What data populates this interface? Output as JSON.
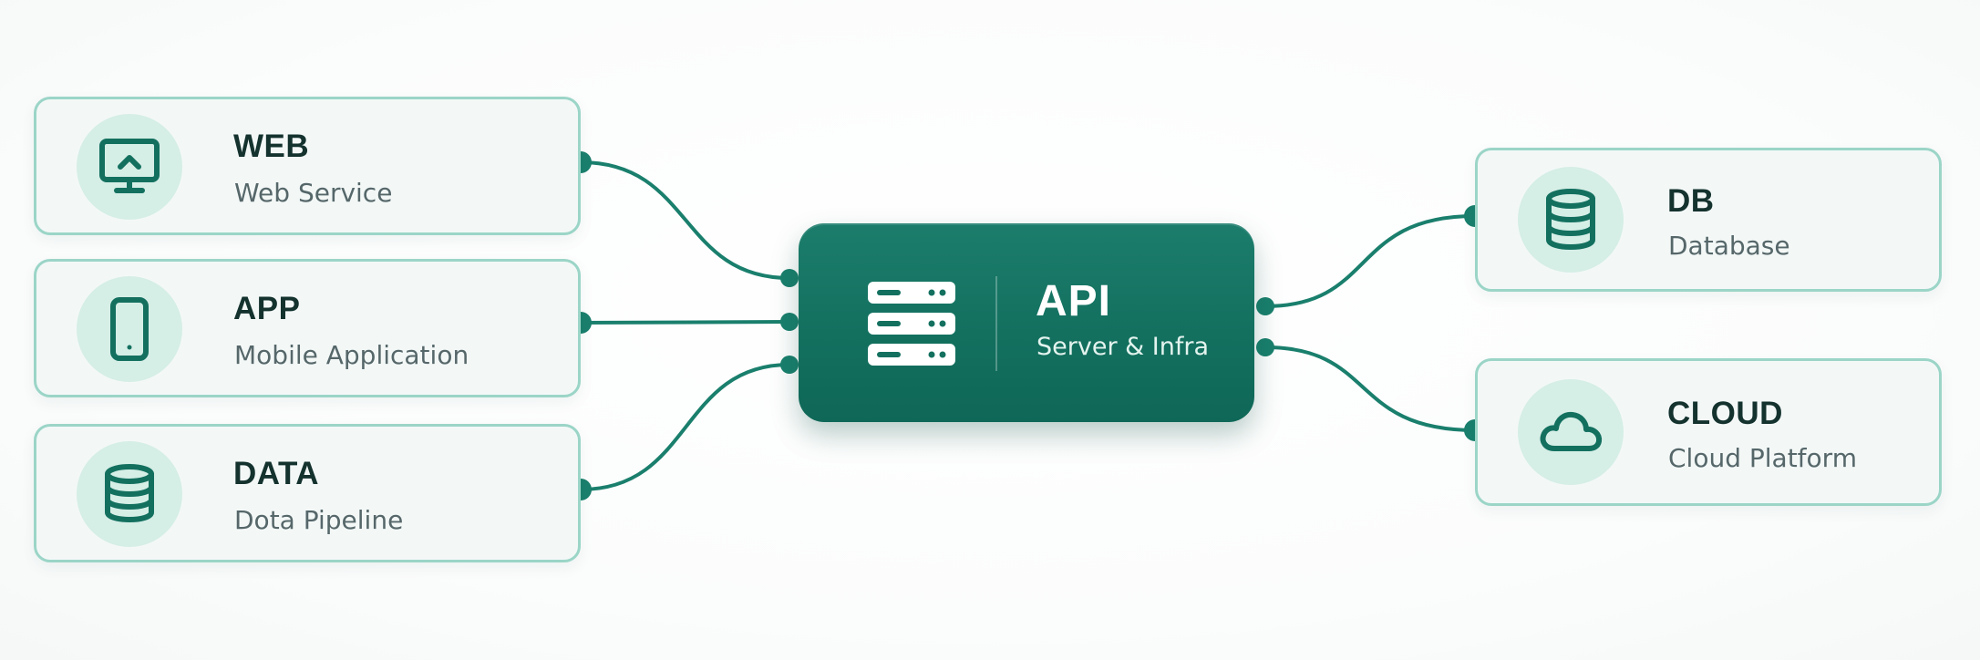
{
  "hub": {
    "title": "API",
    "subtitle": "Server & Infra",
    "icon": "server-rack-icon"
  },
  "left_nodes": [
    {
      "id": "web",
      "title": "WEB",
      "subtitle": "Web Service",
      "icon": "monitor-icon"
    },
    {
      "id": "app",
      "title": "APP",
      "subtitle": "Mobile Application",
      "icon": "smartphone-icon"
    },
    {
      "id": "data",
      "title": "DATA",
      "subtitle": "Dota Pipeline",
      "icon": "database-stack-icon"
    }
  ],
  "right_nodes": [
    {
      "id": "db",
      "title": "DB",
      "subtitle": "Database",
      "icon": "database-icon"
    },
    {
      "id": "cloud",
      "title": "CLOUD",
      "subtitle": "Cloud Platform",
      "icon": "cloud-icon"
    }
  ],
  "colors": {
    "primary": "#13705f",
    "accent": "#1a7f6d",
    "node_border": "#9bd5c7",
    "node_fill": "#f3f8f7",
    "icon_bg": "#d5eee6",
    "title_text": "#14322e",
    "subtitle_text": "#56676a"
  }
}
